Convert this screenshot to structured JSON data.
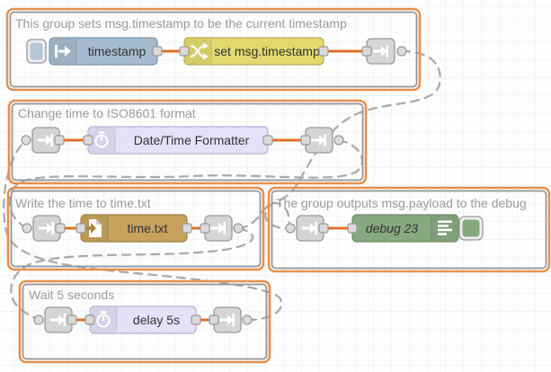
{
  "groups": [
    {
      "label": "This group sets msg.timestamp to be the current timestamp"
    },
    {
      "label": "Change time to ISO8601 format"
    },
    {
      "label": "Write the time to time.txt"
    },
    {
      "label": "The group outputs msg.payload to the debug"
    },
    {
      "label": "Wait 5 seconds"
    }
  ],
  "nodes": {
    "inject": {
      "label": "timestamp",
      "color": "#A6BBCF",
      "icon": "inject-arrow-icon"
    },
    "change": {
      "label": "set msg.timestamp",
      "color": "#E2D96E",
      "icon": "shuffle-icon"
    },
    "formatter": {
      "label": "Date/Time Formatter",
      "color": "#E6E0F8",
      "icon": "timer-icon"
    },
    "file": {
      "label": "time.txt",
      "color": "#C6A25C",
      "icon": "file-out-icon"
    },
    "debug": {
      "label": "debug 23",
      "color": "#87A980",
      "icon": "debug-lines-icon"
    },
    "delay": {
      "label": "delay 5s",
      "color": "#E6E0F8",
      "icon": "timer-icon"
    }
  },
  "colors": {
    "group_border": "#E5914E",
    "group_border_inner": "#939393",
    "group_label": "#9C9C9C",
    "wire": "#DF7126",
    "link_wire": "#ACACAC",
    "grid": "#EBEBEB",
    "node_label": "#333333",
    "port_fill": "#D9D9D9",
    "link_node_fill": "#D5D5D5",
    "inject_button_fill": "#B6C7D6"
  }
}
